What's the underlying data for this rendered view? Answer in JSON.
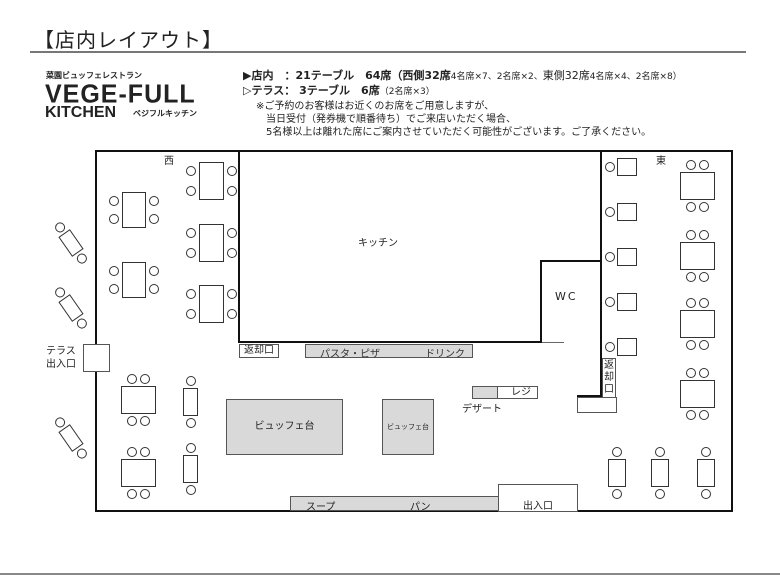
{
  "title": "【店内レイアウト】",
  "logo": {
    "sub": "菜園ビュッフェレストラン",
    "main": "VEGE-FULL",
    "kitchen": "KITCHEN",
    "kana": "ベジフルキッチン"
  },
  "info": {
    "line1": "▶店内　：21テーブル　64席（西側32席",
    "line1_small": "4名席×7、2名席×2、",
    "line1b": "東側32席",
    "line1b_small": "4名席×4、2名席×8）",
    "line2": "▷テラス：  3テーブル　6席",
    "line2_small": "（2名席×3）",
    "note1": "※ご予約のお客様はお近くのお席をご用意しますが、",
    "note2": "当日受付（発券機で順番待ち）でご来店いただく場合、",
    "note3": "5名様以上は離れた席にご案内させていただく可能性がございます。ご了承ください。"
  },
  "map": {
    "west": "西",
    "east": "東",
    "kitchen": "キッチン",
    "wc": "WC",
    "return_counter": "返却口",
    "return_counter_v": "返却口",
    "pasta": "パスタ・ピザ",
    "drink": "ドリンク",
    "register": "レジ",
    "dessert": "デザート",
    "buffet_large": "ビュッフェ台",
    "buffet_small": "ビュッフェ台",
    "soup": "スープ",
    "bread": "パン",
    "entrance": "出入口",
    "terrace_entrance": "テラス\n出入口"
  }
}
